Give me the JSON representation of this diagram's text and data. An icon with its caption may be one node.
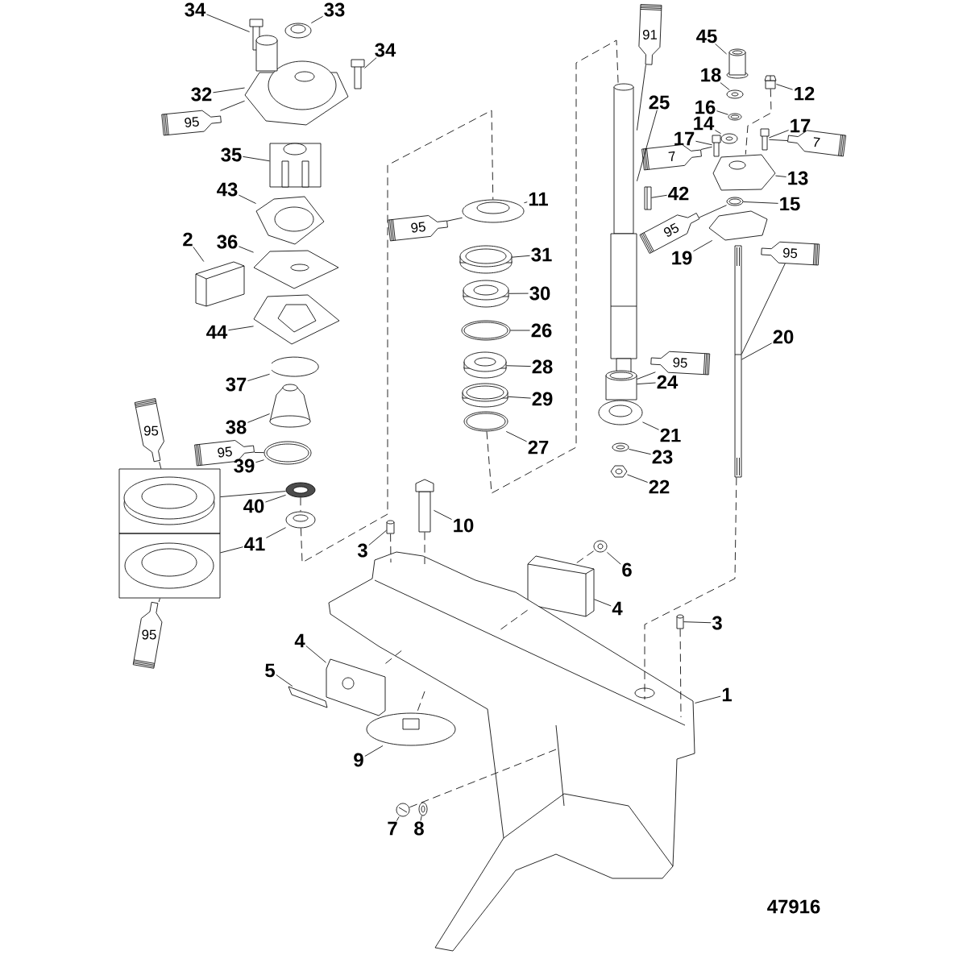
{
  "diagram": {
    "nodes": [
      {
        "text": [
          "91"
        ]
      },
      {
        "text": [
          "34"
        ]
      },
      {
        "text": [
          "33"
        ]
      },
      {
        "text": [
          "45"
        ]
      },
      {
        "text": [
          "34"
        ]
      },
      {
        "text": [
          "18"
        ]
      },
      {
        "text": [
          "12"
        ]
      },
      {
        "text": [
          "32"
        ]
      },
      {
        "text": [
          "25"
        ]
      },
      {
        "text": [
          "16"
        ]
      },
      {
        "text": [
          "95"
        ]
      },
      {
        "text": [
          "14"
        ]
      },
      {
        "text": [
          "17"
        ]
      },
      {
        "text": [
          "17"
        ]
      },
      {
        "text": [
          "7"
        ]
      },
      {
        "text": [
          "7"
        ]
      },
      {
        "text": [
          "35"
        ]
      },
      {
        "text": [
          "13"
        ]
      },
      {
        "text": [
          "43"
        ]
      },
      {
        "text": [
          "42"
        ]
      },
      {
        "text": [
          "11"
        ]
      },
      {
        "text": [
          "15"
        ]
      },
      {
        "text": [
          "95"
        ]
      },
      {
        "text": [
          "95"
        ]
      },
      {
        "text": [
          "2"
        ]
      },
      {
        "text": [
          "36"
        ]
      },
      {
        "text": [
          "31"
        ]
      },
      {
        "text": [
          "95"
        ]
      },
      {
        "text": [
          "19"
        ]
      },
      {
        "text": [
          "30"
        ]
      },
      {
        "text": [
          "26"
        ]
      },
      {
        "text": [
          "44"
        ]
      },
      {
        "text": [
          "20"
        ]
      },
      {
        "text": [
          "28"
        ]
      },
      {
        "text": [
          "95"
        ]
      },
      {
        "text": [
          "24"
        ]
      },
      {
        "text": [
          "37"
        ]
      },
      {
        "text": [
          "29"
        ]
      },
      {
        "text": [
          "95"
        ]
      },
      {
        "text": [
          "38"
        ]
      },
      {
        "text": [
          "21"
        ]
      },
      {
        "text": [
          "27"
        ]
      },
      {
        "text": [
          "95"
        ]
      },
      {
        "text": [
          "23"
        ]
      },
      {
        "text": [
          "39"
        ]
      },
      {
        "text": [],
        "shape": "box"
      },
      {
        "text": [],
        "shape": "box"
      },
      {
        "text": [
          "22"
        ]
      },
      {
        "text": [
          "40"
        ]
      },
      {
        "text": [
          "10"
        ]
      },
      {
        "text": [
          "41"
        ]
      },
      {
        "text": [
          "3"
        ]
      },
      {
        "text": [
          "6"
        ]
      },
      {
        "text": [
          "4"
        ]
      },
      {
        "text": [
          "3"
        ]
      },
      {
        "text": [
          "95"
        ]
      },
      {
        "text": [
          "4"
        ]
      },
      {
        "text": [
          "5"
        ]
      },
      {
        "text": [
          "1"
        ]
      },
      {
        "text": [
          "9"
        ]
      },
      {
        "text": [
          "7"
        ]
      },
      {
        "text": [
          "8"
        ]
      },
      {
        "text": [],
        "shape": "picture"
      },
      {
        "text": [],
        "shape": "picture"
      },
      {
        "text": [],
        "shape": "picture"
      },
      {
        "text": [],
        "shape": "picture"
      },
      {
        "text": [],
        "shape": "cylinder"
      },
      {
        "text": [],
        "shape": "picture"
      },
      {
        "text": [],
        "shape": "cylinder"
      },
      {
        "text": [],
        "shape": "picture"
      },
      {
        "text": [],
        "shape": "picture"
      },
      {
        "text": [],
        "shape": "picture"
      },
      {
        "text": [],
        "shape": "picture"
      },
      {
        "text": [],
        "shape": "picture"
      },
      {
        "text": [],
        "shape": "picture"
      },
      {
        "text": [],
        "shape": "picture"
      },
      {
        "text": [],
        "shape": "picture"
      },
      {
        "text": [],
        "shape": "picture"
      },
      {
        "text": [],
        "shape": "picture"
      },
      {
        "text": [],
        "shape": "picture"
      },
      {
        "text": [],
        "shape": "picture"
      },
      {
        "text": [],
        "shape": "picture"
      },
      {
        "text": [],
        "shape": "picture"
      },
      {
        "text": [],
        "shape": "picture"
      },
      {
        "text": [],
        "shape": "picture"
      },
      {
        "text": [],
        "shape": "picture"
      },
      {
        "text": [],
        "shape": "picture"
      },
      {
        "text": [],
        "shape": "picture"
      },
      {
        "text": [],
        "shape": "picture"
      },
      {
        "text": [],
        "shape": "cylinder"
      },
      {
        "text": [],
        "shape": "picture"
      },
      {
        "text": [],
        "shape": "picture"
      },
      {
        "text": [],
        "shape": "picture"
      },
      {
        "text": [],
        "shape": "picture"
      },
      {
        "text": [],
        "shape": "picture"
      },
      {
        "text": [],
        "shape": "picture"
      },
      {
        "text": [],
        "shape": "picture"
      },
      {
        "text": [],
        "shape": "picture"
      },
      {
        "text": [],
        "shape": "picture"
      },
      {
        "text": [],
        "shape": "picture"
      },
      {
        "text": [],
        "shape": "picture"
      },
      {
        "text": [],
        "shape": "cylinder"
      },
      {
        "text": [],
        "shape": "picture"
      },
      {
        "text": [],
        "shape": "picture"
      },
      {
        "text": [],
        "shape": "cylinder"
      },
      {
        "text": [],
        "shape": "picture"
      },
      {
        "text": [],
        "shape": "picture"
      },
      {
        "text": [],
        "shape": "picture"
      },
      {
        "text": [],
        "shape": "picture"
      },
      {
        "text": [],
        "shape": "picture"
      },
      {
        "text": [],
        "shape": "picture"
      }
    ],
    "edges": [
      {
        "from": 0,
        "to": 69,
        "arrow": "none"
      },
      {
        "from": 1,
        "to": 62,
        "arrow": "none"
      },
      {
        "from": 2,
        "to": 63,
        "arrow": "none"
      },
      {
        "from": 3,
        "to": 66,
        "arrow": "none"
      },
      {
        "from": 4,
        "to": 64,
        "arrow": "none"
      },
      {
        "from": 5,
        "to": 67,
        "arrow": "none"
      },
      {
        "from": 6,
        "to": 68,
        "arrow": "none"
      },
      {
        "from": 7,
        "to": 65,
        "arrow": "none"
      },
      {
        "from": 8,
        "to": 69,
        "arrow": "none"
      },
      {
        "from": 9,
        "to": 70,
        "arrow": "none"
      },
      {
        "from": 10,
        "to": 65,
        "arrow": "none"
      },
      {
        "from": 11,
        "to": 71,
        "arrow": "none"
      },
      {
        "from": 12,
        "to": 72,
        "arrow": "none"
      },
      {
        "from": 13,
        "to": 73,
        "arrow": "none"
      },
      {
        "from": 14,
        "to": 72,
        "arrow": "none"
      },
      {
        "from": 15,
        "to": 73,
        "arrow": "none"
      },
      {
        "from": 16,
        "to": 74,
        "arrow": "none"
      },
      {
        "from": 17,
        "to": 75,
        "arrow": "none"
      },
      {
        "from": 18,
        "to": 76,
        "arrow": "none"
      },
      {
        "from": 19,
        "to": 77,
        "arrow": "none"
      },
      {
        "from": 20,
        "to": 78,
        "arrow": "none"
      },
      {
        "from": 21,
        "to": 79,
        "arrow": "none"
      },
      {
        "from": 22,
        "to": 78,
        "arrow": "none"
      },
      {
        "from": 23,
        "to": 79,
        "arrow": "none"
      },
      {
        "from": 24,
        "to": 80,
        "arrow": "none"
      },
      {
        "from": 25,
        "to": 81,
        "arrow": "none"
      },
      {
        "from": 26,
        "to": 82,
        "arrow": "none"
      },
      {
        "from": 27,
        "to": 87,
        "arrow": "none"
      },
      {
        "from": 28,
        "to": 83,
        "arrow": "none"
      },
      {
        "from": 29,
        "to": 84,
        "arrow": "none"
      },
      {
        "from": 30,
        "to": 85,
        "arrow": "none"
      },
      {
        "from": 31,
        "to": 86,
        "arrow": "none"
      },
      {
        "from": 32,
        "to": 87,
        "arrow": "none"
      },
      {
        "from": 33,
        "to": 88,
        "arrow": "none"
      },
      {
        "from": 34,
        "to": 89,
        "arrow": "none"
      },
      {
        "from": 35,
        "to": 89,
        "arrow": "none"
      },
      {
        "from": 36,
        "to": 90,
        "arrow": "none"
      },
      {
        "from": 37,
        "to": 91,
        "arrow": "none"
      },
      {
        "from": 38,
        "to": 45,
        "arrow": "none"
      },
      {
        "from": 39,
        "to": 92,
        "arrow": "none"
      },
      {
        "from": 40,
        "to": 93,
        "arrow": "none"
      },
      {
        "from": 41,
        "to": 94,
        "arrow": "none"
      },
      {
        "from": 42,
        "to": 96,
        "arrow": "none"
      },
      {
        "from": 43,
        "to": 95,
        "arrow": "none"
      },
      {
        "from": 44,
        "to": 96,
        "arrow": "none"
      },
      {
        "from": 45,
        "to": 98,
        "arrow": "none"
      },
      {
        "from": 47,
        "to": 97,
        "arrow": "none"
      },
      {
        "from": 48,
        "to": 98,
        "arrow": "none"
      },
      {
        "from": 49,
        "to": 99,
        "arrow": "none"
      },
      {
        "from": 50,
        "to": 100,
        "arrow": "none"
      },
      {
        "from": 50,
        "to": 46,
        "arrow": "none"
      },
      {
        "from": 51,
        "to": 101,
        "arrow": "none"
      },
      {
        "from": 52,
        "to": 102,
        "arrow": "none"
      },
      {
        "from": 53,
        "to": 103,
        "arrow": "none"
      },
      {
        "from": 54,
        "to": 104,
        "arrow": "none"
      },
      {
        "from": 55,
        "to": 46,
        "arrow": "none"
      },
      {
        "from": 56,
        "to": 105,
        "arrow": "none"
      },
      {
        "from": 57,
        "to": 106,
        "arrow": "none"
      },
      {
        "from": 58,
        "to": 107,
        "arrow": "none"
      },
      {
        "from": 59,
        "to": 108,
        "arrow": "none"
      },
      {
        "from": 60,
        "to": 109,
        "arrow": "none"
      },
      {
        "from": 61,
        "to": 110,
        "arrow": "none"
      },
      {
        "from": 100,
        "to": 78,
        "arrow": "none",
        "style": "dashed"
      },
      {
        "from": 94,
        "to": 69,
        "arrow": "none",
        "style": "dashed"
      },
      {
        "from": 87,
        "to": 107,
        "arrow": "none",
        "style": "dashed"
      },
      {
        "from": 68,
        "to": 75,
        "arrow": "none",
        "style": "dashed"
      },
      {
        "from": 104,
        "to": 107,
        "arrow": "none",
        "style": "dashed"
      },
      {
        "from": 101,
        "to": 107,
        "arrow": "none",
        "style": "dashed"
      },
      {
        "from": 99,
        "to": 107,
        "arrow": "none",
        "style": "dashed"
      },
      {
        "from": 103,
        "to": 107,
        "arrow": "none",
        "style": "dashed"
      },
      {
        "from": 109,
        "to": 107,
        "arrow": "none",
        "style": "dashed"
      },
      {
        "from": 102,
        "to": 103,
        "arrow": "none",
        "style": "dashed"
      },
      {
        "from": 98,
        "to": 100,
        "arrow": "none",
        "style": "dashed"
      },
      {
        "from": 107,
        "to": 108,
        "arrow": "none",
        "style": "dashed"
      },
      {
        "from": 105,
        "to": 107,
        "arrow": "none",
        "style": "dashed"
      }
    ],
    "labels": [
      "47916"
    ]
  }
}
